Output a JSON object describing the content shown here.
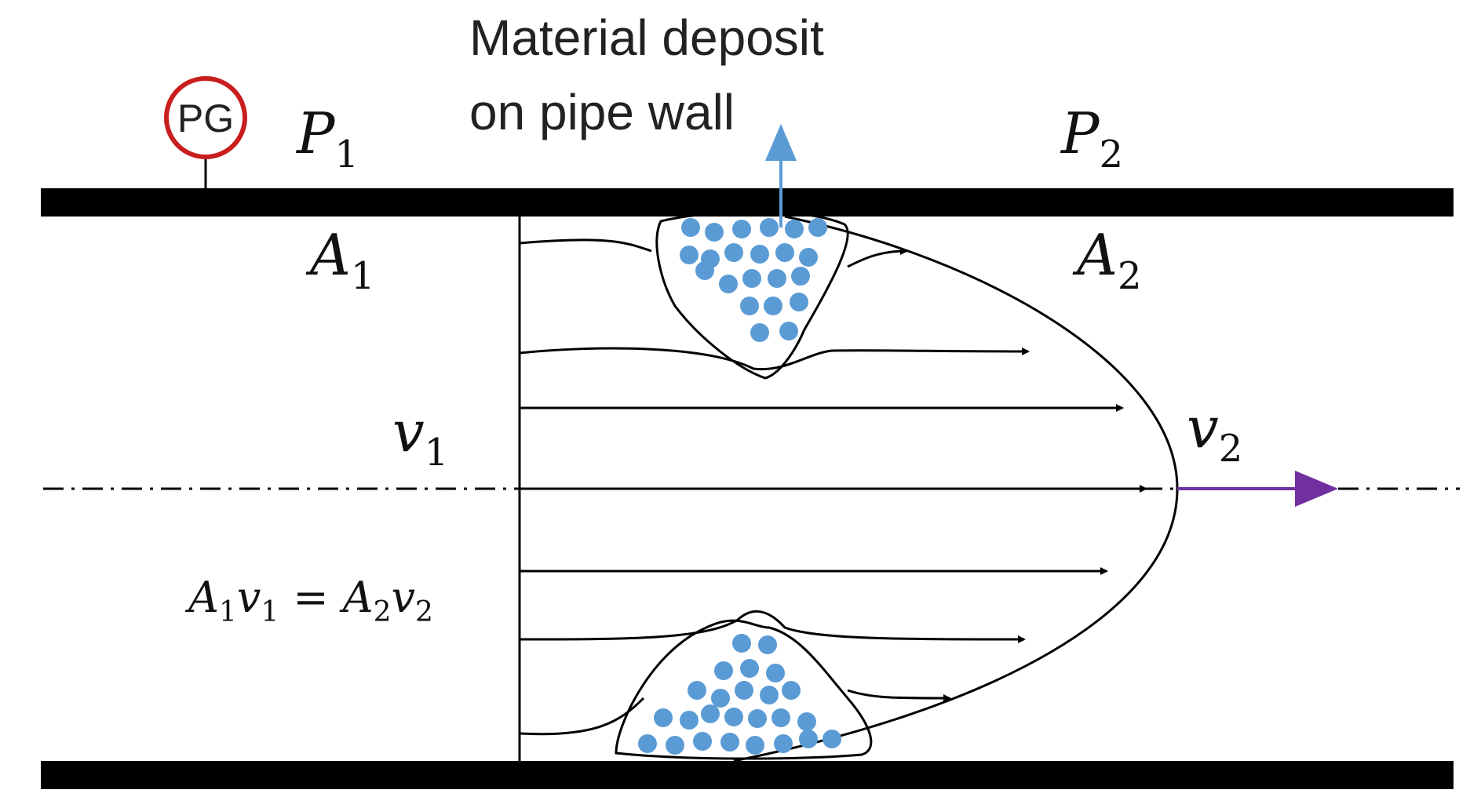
{
  "callout": {
    "line1": "Material deposit",
    "line2": "on pipe wall"
  },
  "gauge": {
    "label": "PG",
    "color": "#c81e1e"
  },
  "labels": {
    "P1": {
      "base": "P",
      "sub": "1"
    },
    "P2": {
      "base": "P",
      "sub": "2"
    },
    "A1": {
      "base": "A",
      "sub": "1"
    },
    "A2": {
      "base": "A",
      "sub": "2"
    },
    "v1": {
      "base": "v",
      "sub": "1"
    },
    "v2": {
      "base": "v",
      "sub": "2"
    }
  },
  "equation": {
    "a1": "A",
    "s1": "1",
    "v1": "v",
    "s2": "1",
    "eq": "=",
    "a2": "A",
    "s3": "2",
    "v2": "v",
    "s4": "2"
  },
  "colors": {
    "deposit": "#5b9bd5",
    "deposit_arrow": "#5b9bd5",
    "outlet_arrow": "#7030a0",
    "wall": "#000000"
  }
}
